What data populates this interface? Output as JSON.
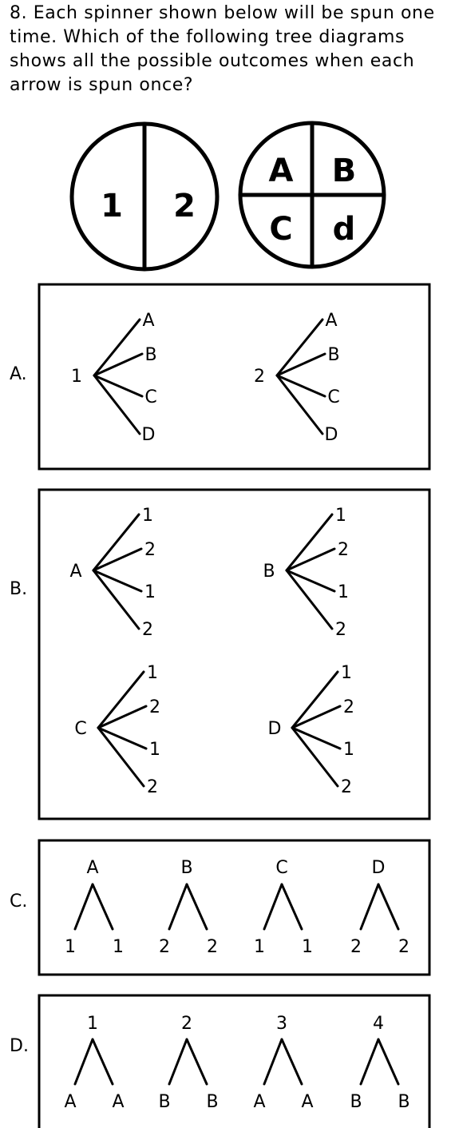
{
  "question": {
    "lines": [
      "8.  Each spinner shown below will be spun one",
      "time.  Which of the following tree diagrams",
      "shows all the possible outcomes when each",
      "arrow is spun once?"
    ]
  },
  "spinners": [
    {
      "sections": [
        "1",
        "2"
      ]
    },
    {
      "sections": [
        "A",
        "B",
        "C",
        "d"
      ]
    }
  ],
  "options": [
    {
      "letter": "A.",
      "trees": [
        {
          "root": "1",
          "leaves": [
            "A",
            "B",
            "C",
            "D"
          ]
        },
        {
          "root": "2",
          "leaves": [
            "A",
            "B",
            "C",
            "D"
          ]
        }
      ]
    },
    {
      "letter": "B.",
      "trees": [
        {
          "root": "A",
          "leaves": [
            "1",
            "2",
            "1",
            "2"
          ]
        },
        {
          "root": "B",
          "leaves": [
            "1",
            "2",
            "1",
            "2"
          ]
        },
        {
          "root": "C",
          "leaves": [
            "1",
            "2",
            "1",
            "2"
          ]
        },
        {
          "root": "D",
          "leaves": [
            "1",
            "2",
            "1",
            "2"
          ]
        }
      ]
    },
    {
      "letter": "C.",
      "trees": [
        {
          "root": "A",
          "leaves": [
            "1",
            "1"
          ]
        },
        {
          "root": "B",
          "leaves": [
            "2",
            "2"
          ]
        },
        {
          "root": "C",
          "leaves": [
            "1",
            "1"
          ]
        },
        {
          "root": "D",
          "leaves": [
            "2",
            "2"
          ]
        }
      ]
    },
    {
      "letter": "D.",
      "trees": [
        {
          "root": "1",
          "leaves": [
            "A",
            "A"
          ]
        },
        {
          "root": "2",
          "leaves": [
            "B",
            "B"
          ]
        },
        {
          "root": "3",
          "leaves": [
            "A",
            "A"
          ]
        },
        {
          "root": "4",
          "leaves": [
            "B",
            "B"
          ]
        }
      ]
    }
  ]
}
